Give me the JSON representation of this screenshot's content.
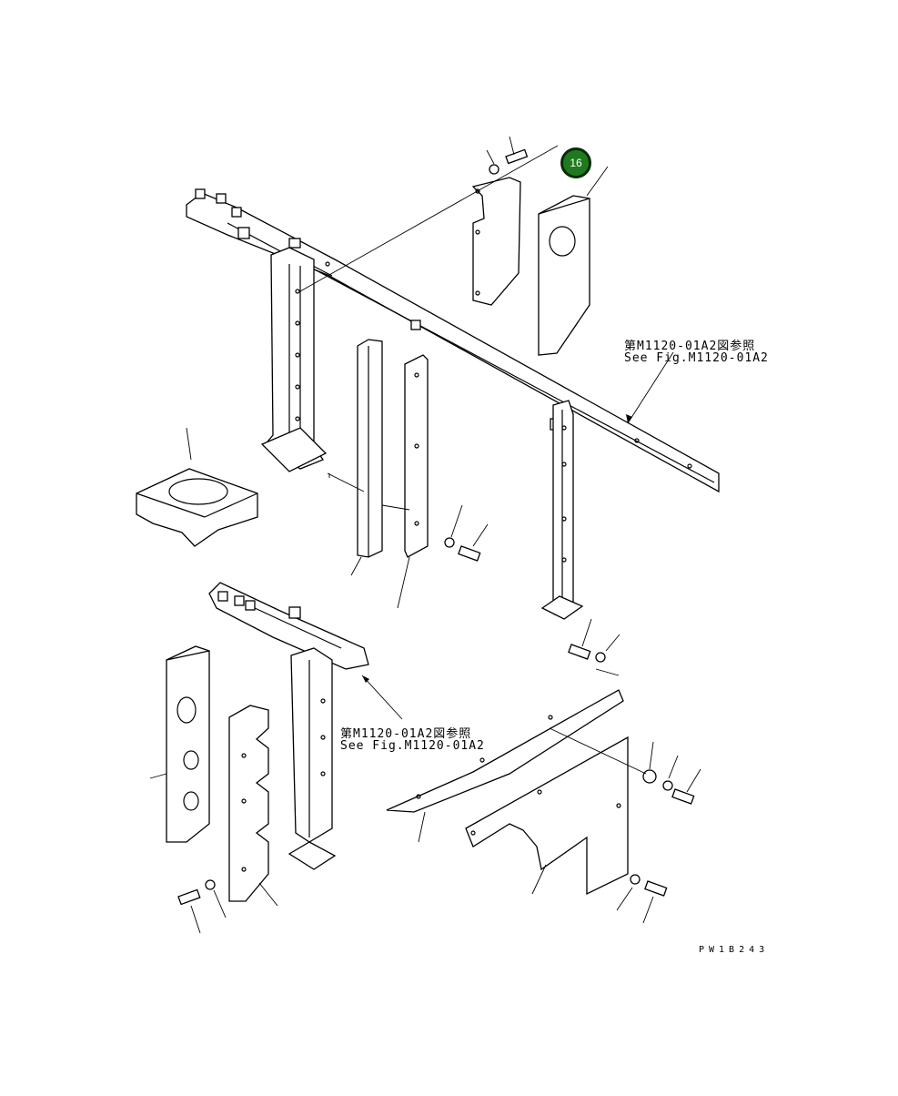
{
  "callout": {
    "part_number": "16",
    "color": "#1f7a1f"
  },
  "references": [
    {
      "jp": "第M1120-01A2図参照",
      "en": "See Fig.M1120-01A2"
    },
    {
      "jp": "第M1120-01A2図参照",
      "en": "See Fig.M1120-01A2"
    }
  ],
  "drawing_code": "PW1B243"
}
